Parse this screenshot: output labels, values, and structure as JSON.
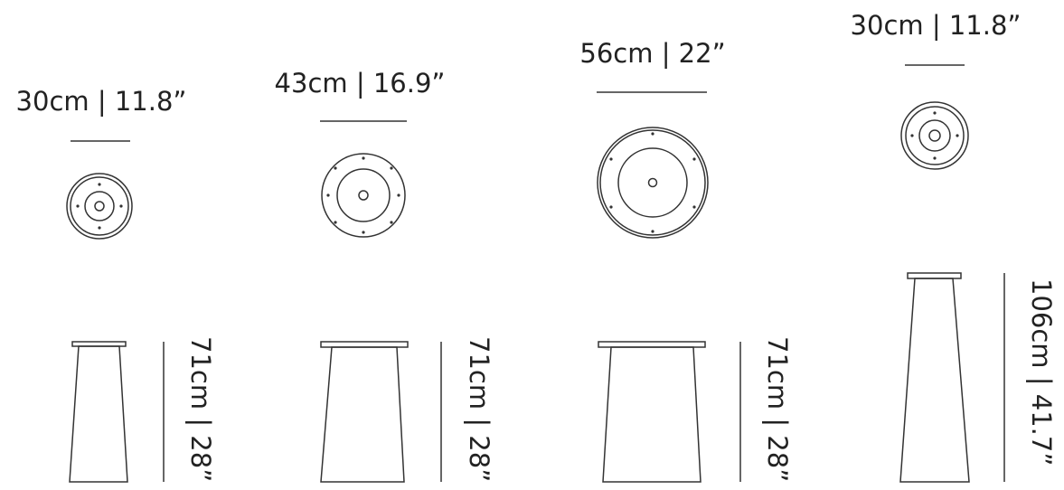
{
  "products": [
    {
      "diameter_label": "30cm | 11.8”",
      "height_label": "71cm | 28”",
      "diameter_cm": 30,
      "height_cm": 71
    },
    {
      "diameter_label": "43cm | 16.9”",
      "height_label": "71cm | 28”",
      "diameter_cm": 43,
      "height_cm": 71
    },
    {
      "diameter_label": "56cm | 22”",
      "height_label": "71cm | 28”",
      "diameter_cm": 56,
      "height_cm": 71
    },
    {
      "diameter_label": "30cm | 11.8”",
      "height_label": "106cm | 41.7”",
      "diameter_cm": 30,
      "height_cm": 106
    }
  ],
  "colors": {
    "line": "#333333",
    "text": "#222222",
    "background": "#ffffff"
  }
}
